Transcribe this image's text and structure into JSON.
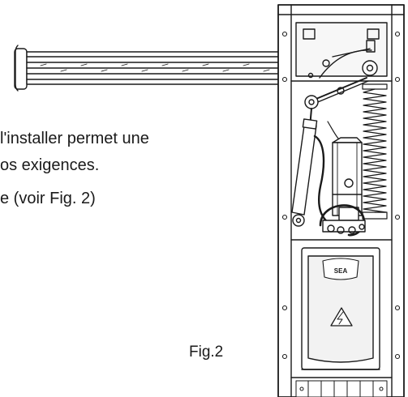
{
  "text_lines": [
    "l'installer permet une",
    "os exigences.",
    "e (voir Fig. 2)"
  ],
  "figure": {
    "caption": "Fig.2",
    "brand_label": "SEA",
    "warning_symbol": "high-voltage-warning-icon"
  },
  "colors": {
    "ink": "#1a1a1a",
    "background": "#ffffff",
    "panel_fill": "#f2f2f2",
    "shade": "#d8d8d8"
  }
}
